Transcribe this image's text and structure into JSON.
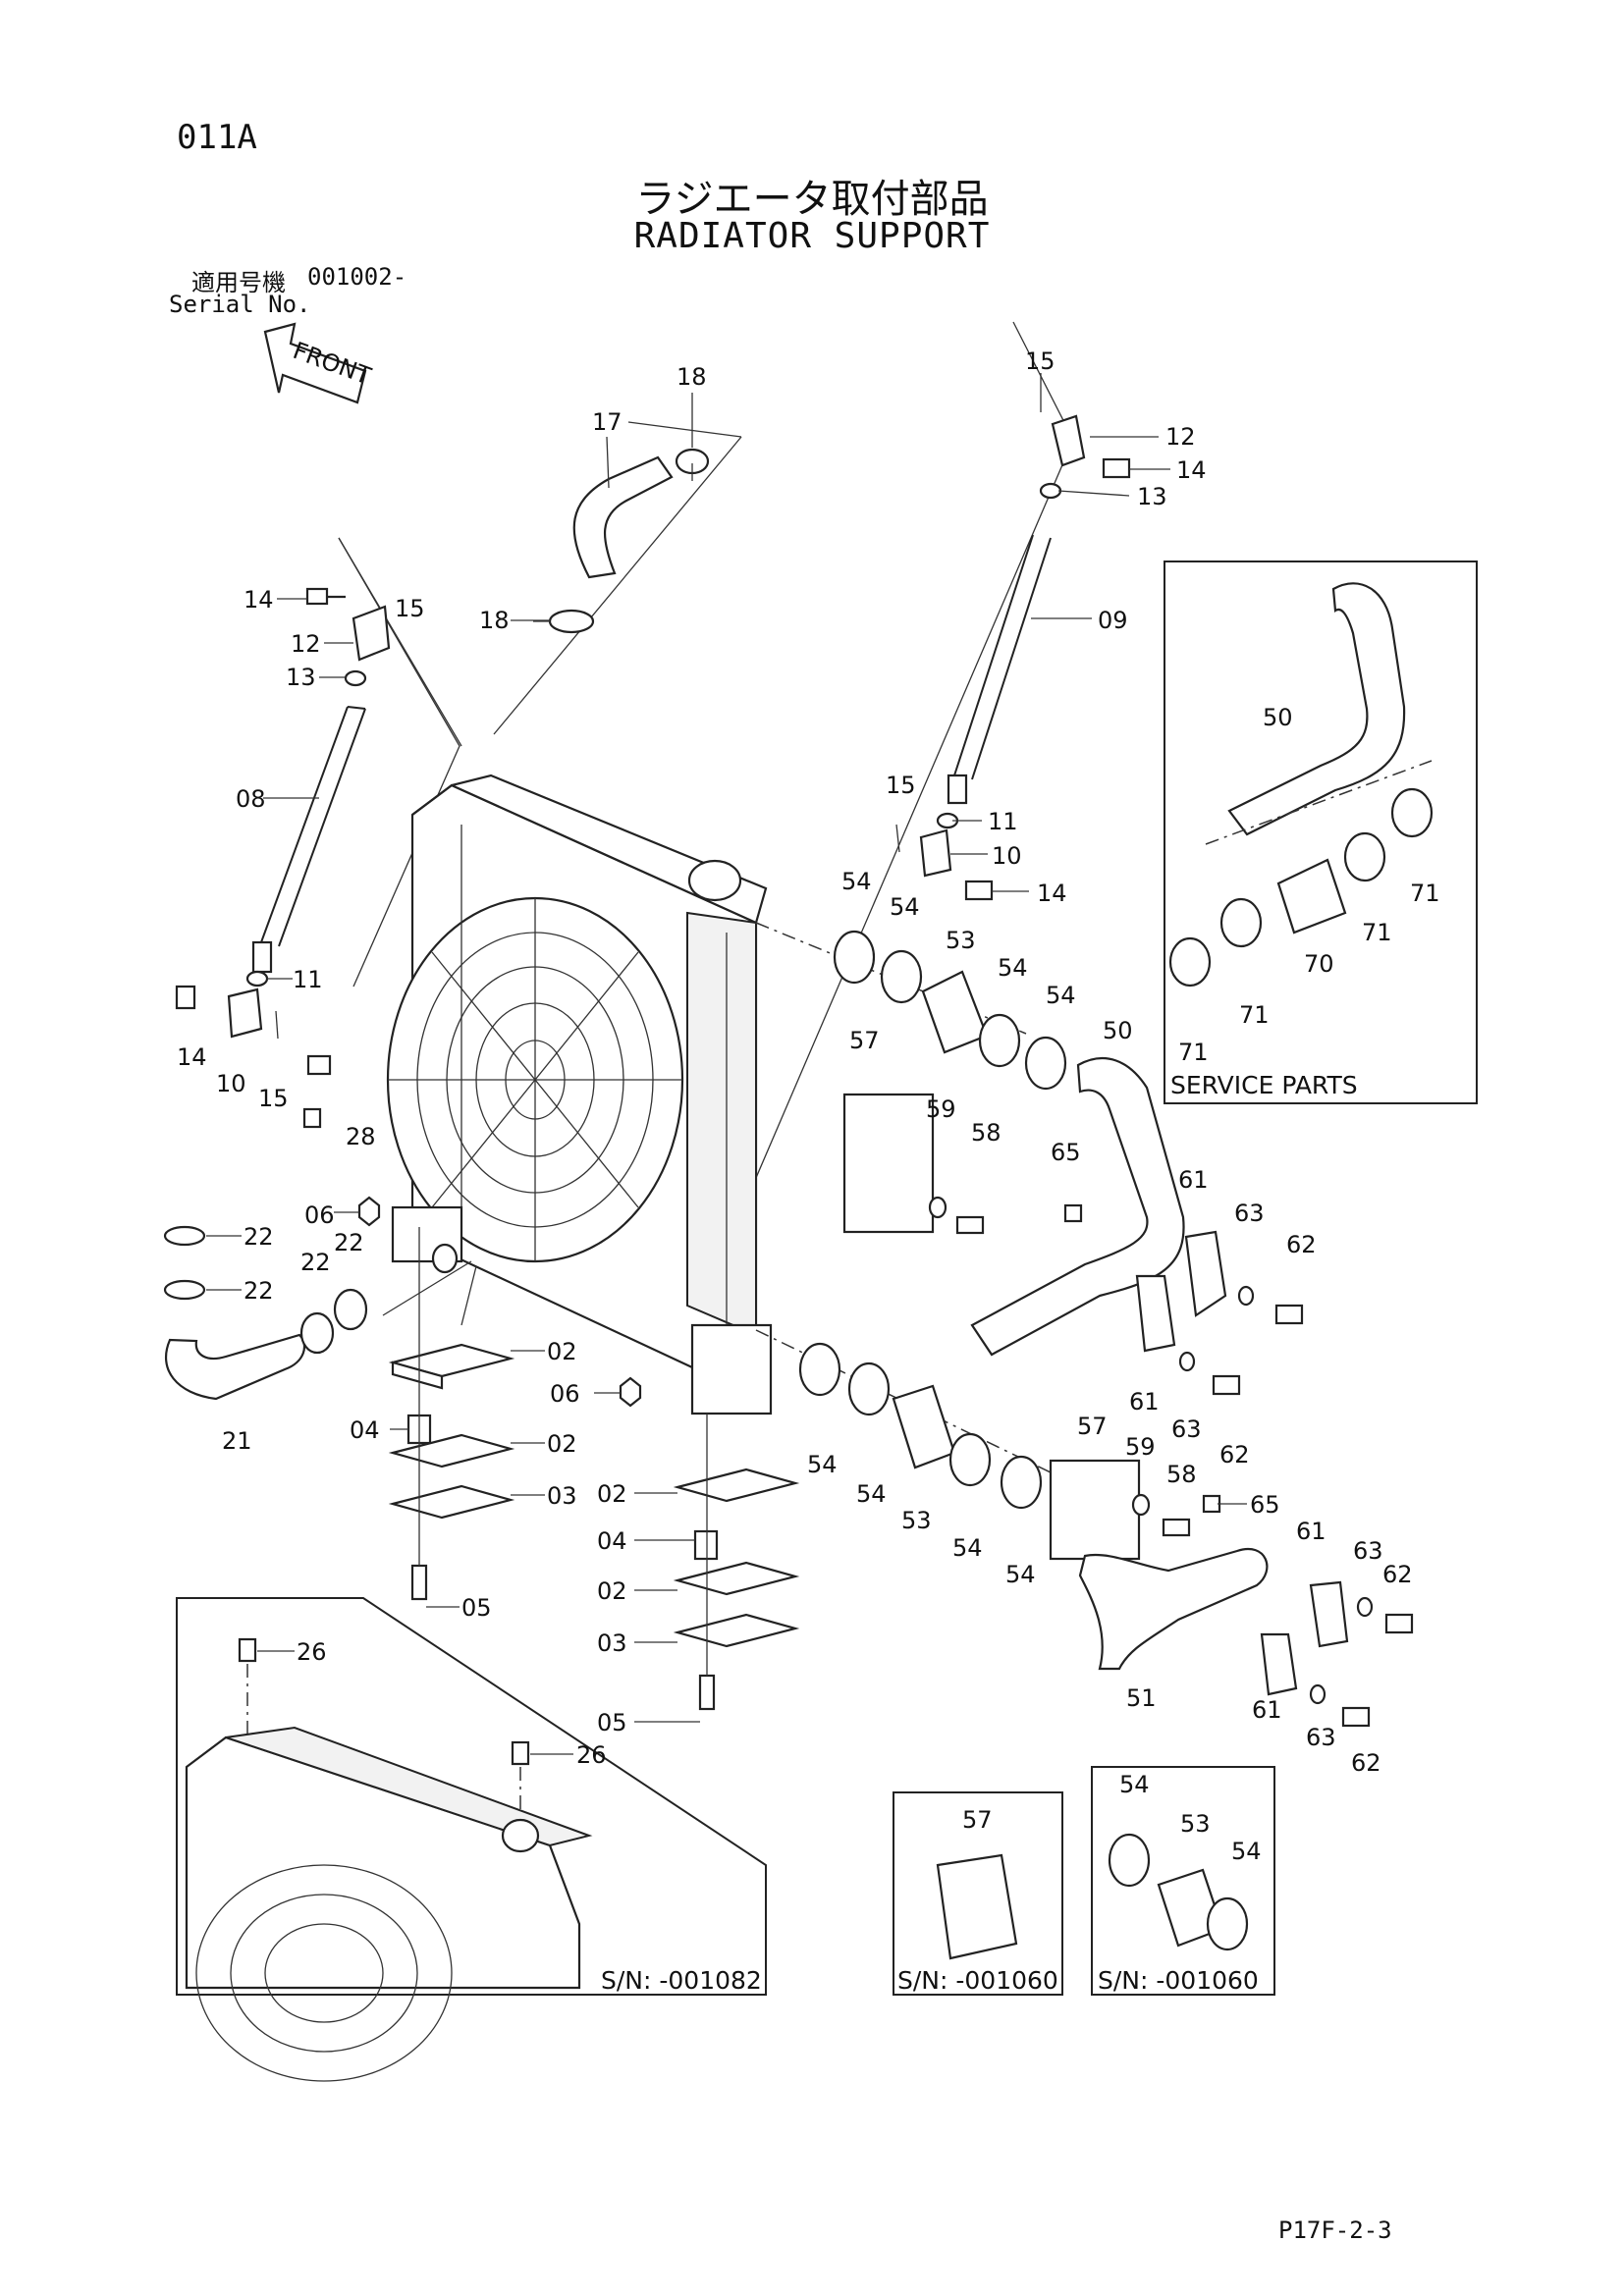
{
  "header": {
    "page_code": "011A",
    "title_jp": "ラジエータ取付部品",
    "title_en": "RADIATOR SUPPORT",
    "serial_label_jp": "適用号機",
    "serial_range": "001002-",
    "serial_label_en": "Serial No."
  },
  "front_arrow_label": "FRONT",
  "boxes": {
    "service_parts": "SERVICE PARTS",
    "inset_main": "S/N: -001082",
    "inset_57": "S/N: -001060",
    "inset_53_54": "S/N: -001060"
  },
  "callouts": {
    "c18a": "18",
    "c17": "17",
    "c18b": "18",
    "c15a": "15",
    "c12a": "12",
    "c14a": "14",
    "c13a": "13",
    "c09": "09",
    "c14b": "14",
    "c15b": "15",
    "c12b": "12",
    "c13b": "13",
    "c08": "08",
    "c11a": "11",
    "c14c": "14",
    "c10a": "10",
    "c15c": "15",
    "c28": "28",
    "c15d": "15",
    "c11b": "11",
    "c10b": "10",
    "c14d": "14",
    "c54a": "54",
    "c54b": "54",
    "c53a": "53",
    "c54c": "54",
    "c54d": "54",
    "c50a": "50",
    "c57a": "57",
    "c59a": "59",
    "c58a": "58",
    "c65a": "65",
    "c61a": "61",
    "c63a": "63",
    "c62a": "62",
    "c61b": "61",
    "c63b": "63",
    "c62b": "62",
    "c06a": "06",
    "c22a": "22",
    "c22b": "22",
    "c22c": "22",
    "c22d": "22",
    "c21": "21",
    "c02a": "02",
    "c04a": "04",
    "c02b": "02",
    "c03a": "03",
    "c05a": "05",
    "c06b": "06",
    "c02c": "02",
    "c04b": "04",
    "c02d": "02",
    "c03b": "03",
    "c05b": "05",
    "c54e": "54",
    "c54f": "54",
    "c53b": "53",
    "c54g": "54",
    "c54h": "54",
    "c57b": "57",
    "c59b": "59",
    "c58b": "58",
    "c65b": "65",
    "c61c": "61",
    "c63c": "63",
    "c62c": "62",
    "c51": "51",
    "c61d": "61",
    "c63d": "63",
    "c62d": "62",
    "c26a": "26",
    "c26b": "26",
    "c50b": "50",
    "c71a": "71",
    "c71b": "71",
    "c70": "70",
    "c71c": "71",
    "c71d": "71",
    "c57c": "57",
    "c54i": "54",
    "c53c": "53",
    "c54j": "54"
  },
  "footer": {
    "sheet_code": "P17F-2-3"
  }
}
